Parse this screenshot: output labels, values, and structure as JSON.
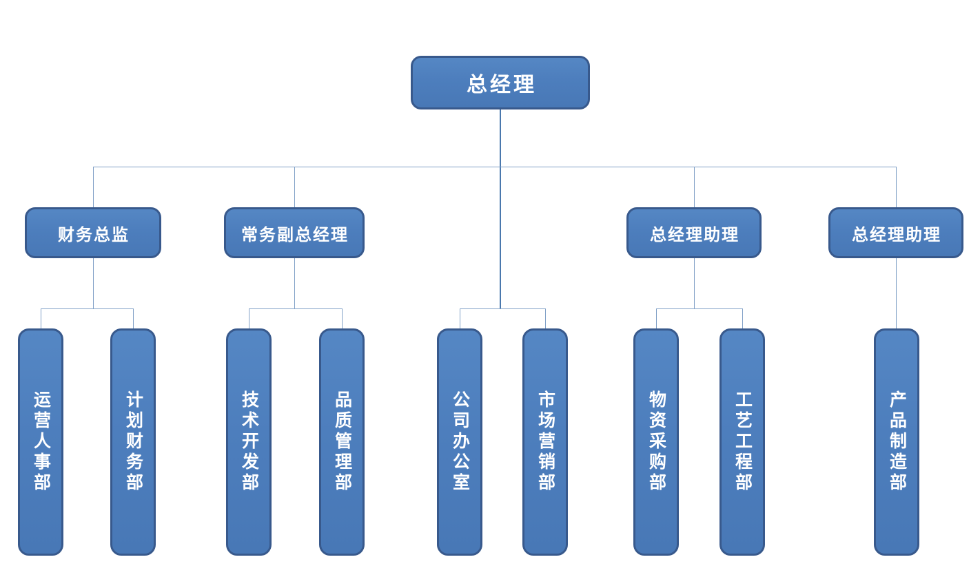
{
  "org_chart": {
    "type": "organization-hierarchy",
    "root": {
      "label": "总经理"
    },
    "level2": [
      {
        "label": "财务总监"
      },
      {
        "label": "常务副总经理"
      },
      {
        "label": "总经理助理"
      },
      {
        "label": "总经理助理"
      }
    ],
    "departments": [
      {
        "label": "运营人事部",
        "parent": "财务总监"
      },
      {
        "label": "计划财务部",
        "parent": "财务总监"
      },
      {
        "label": "技术开发部",
        "parent": "常务副总经理"
      },
      {
        "label": "品质管理部",
        "parent": "常务副总经理"
      },
      {
        "label": "公司办公室",
        "parent": "总经理"
      },
      {
        "label": "市场营销部",
        "parent": "总经理"
      },
      {
        "label": "物资采购部",
        "parent": "总经理助理"
      },
      {
        "label": "工艺工程部",
        "parent": "总经理助理"
      },
      {
        "label": "产品制造部",
        "parent": "总经理助理"
      }
    ],
    "colors": {
      "box_fill": "#4d7ebd",
      "box_border": "#38598c",
      "connector": "#7f9fc6",
      "connector_strong": "#4a78ad",
      "text": "#ffffff",
      "background": "#ffffff"
    }
  }
}
